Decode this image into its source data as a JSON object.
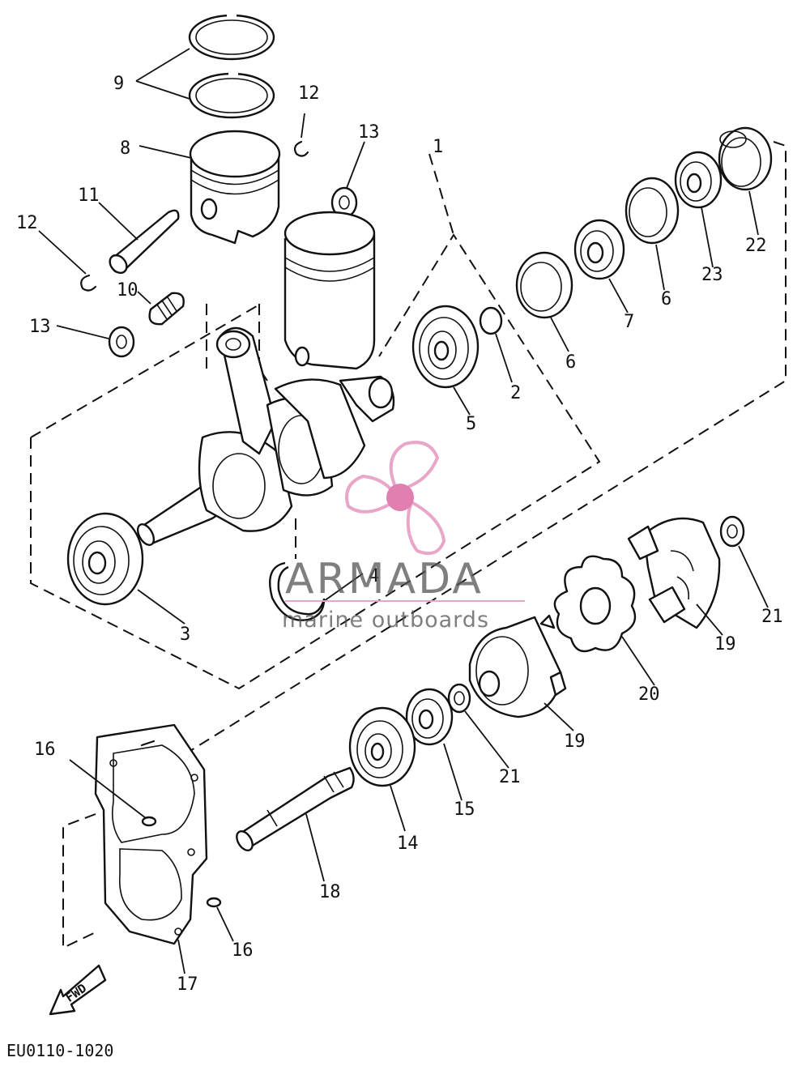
{
  "diagram": {
    "reference_code": "EU0110-1020",
    "direction_marker": "FWD",
    "callouts": [
      {
        "id": "c-9",
        "text": "9"
      },
      {
        "id": "c-12a",
        "text": "12"
      },
      {
        "id": "c-8",
        "text": "8"
      },
      {
        "id": "c-13a",
        "text": "13"
      },
      {
        "id": "c-1",
        "text": "1"
      },
      {
        "id": "c-11",
        "text": "11"
      },
      {
        "id": "c-12b",
        "text": "12"
      },
      {
        "id": "c-10",
        "text": "10"
      },
      {
        "id": "c-13b",
        "text": "13"
      },
      {
        "id": "c-22",
        "text": "22"
      },
      {
        "id": "c-23",
        "text": "23"
      },
      {
        "id": "c-6a",
        "text": "6"
      },
      {
        "id": "c-7",
        "text": "7"
      },
      {
        "id": "c-6b",
        "text": "6"
      },
      {
        "id": "c-2",
        "text": "2"
      },
      {
        "id": "c-5",
        "text": "5"
      },
      {
        "id": "c-3",
        "text": "3"
      },
      {
        "id": "c-4",
        "text": "4"
      },
      {
        "id": "c-21a",
        "text": "21"
      },
      {
        "id": "c-19a",
        "text": "19"
      },
      {
        "id": "c-20",
        "text": "20"
      },
      {
        "id": "c-19b",
        "text": "19"
      },
      {
        "id": "c-21b",
        "text": "21"
      },
      {
        "id": "c-15",
        "text": "15"
      },
      {
        "id": "c-14",
        "text": "14"
      },
      {
        "id": "c-16a",
        "text": "16"
      },
      {
        "id": "c-18",
        "text": "18"
      },
      {
        "id": "c-16b",
        "text": "16"
      },
      {
        "id": "c-17",
        "text": "17"
      }
    ]
  },
  "watermark": {
    "brand": "ARMADA",
    "tagline": "marine outboards",
    "logo_color": "#e8a6c8",
    "logo_hub_color": "#e07fb0"
  }
}
